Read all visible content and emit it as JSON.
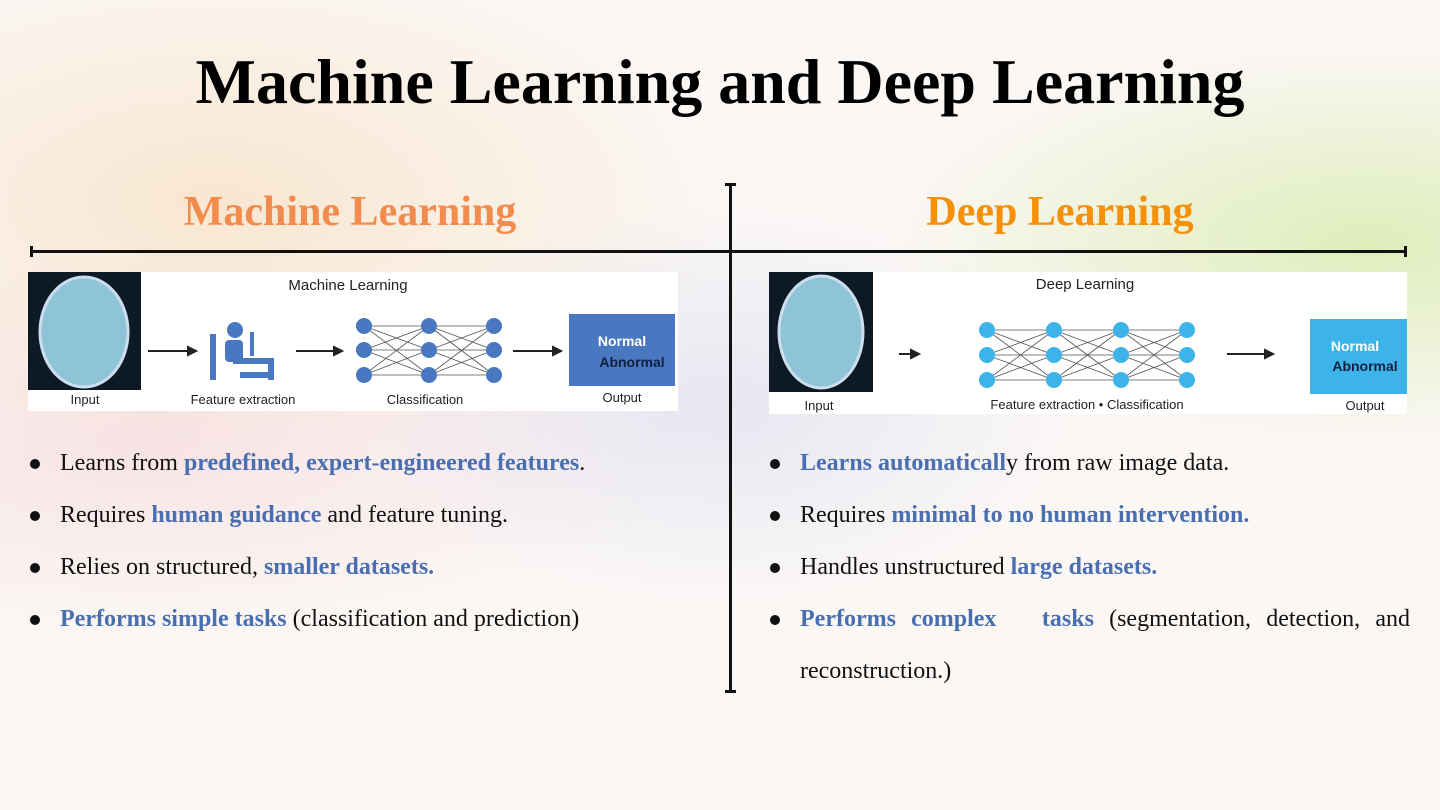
{
  "title": "Machine Learning and Deep Learning",
  "ml": {
    "heading": "Machine Learning",
    "diagram": {
      "title": "Machine Learning",
      "input": "Input",
      "feature": "Feature extraction",
      "classification": "Classification",
      "output": "Output",
      "normal": "Normal",
      "abnormal": "Abnormal"
    },
    "bullets": [
      {
        "pre": "Learns from ",
        "bold": "predefined, expert-engineered features",
        "post": "."
      },
      {
        "pre": "Requires ",
        "bold": "human guidance",
        "post": " and feature tuning."
      },
      {
        "pre": "Relies on structured, ",
        "bold": "smaller datasets.",
        "post": ""
      },
      {
        "pre": "",
        "bold": "Performs simple tasks",
        "post": " (classification and prediction)"
      }
    ]
  },
  "dl": {
    "heading": "Deep Learning",
    "diagram": {
      "title": "Deep Learning",
      "input": "Input",
      "feature": "Feature extraction • Classification",
      "output": "Output",
      "normal": "Normal",
      "abnormal": "Abnormal"
    },
    "bullets": [
      {
        "pre": "",
        "bold": "Learns automaticall",
        "post": "y from raw image data."
      },
      {
        "pre": "Requires ",
        "bold": "minimal to no human intervention.",
        "post": ""
      },
      {
        "pre": "Handles unstructured ",
        "bold": "large datasets.",
        "post": ""
      },
      {
        "pre": "",
        "bold": "Performs complex   tasks",
        "post": " (segmentation, detection, and reconstruction.)"
      }
    ]
  },
  "colors": {
    "ml_heading": "#f28c4e",
    "dl_heading": "#f5900a",
    "accent": "#4a6fb0",
    "ml_node": "#4a78c0",
    "dl_node": "#3cb4ea"
  }
}
